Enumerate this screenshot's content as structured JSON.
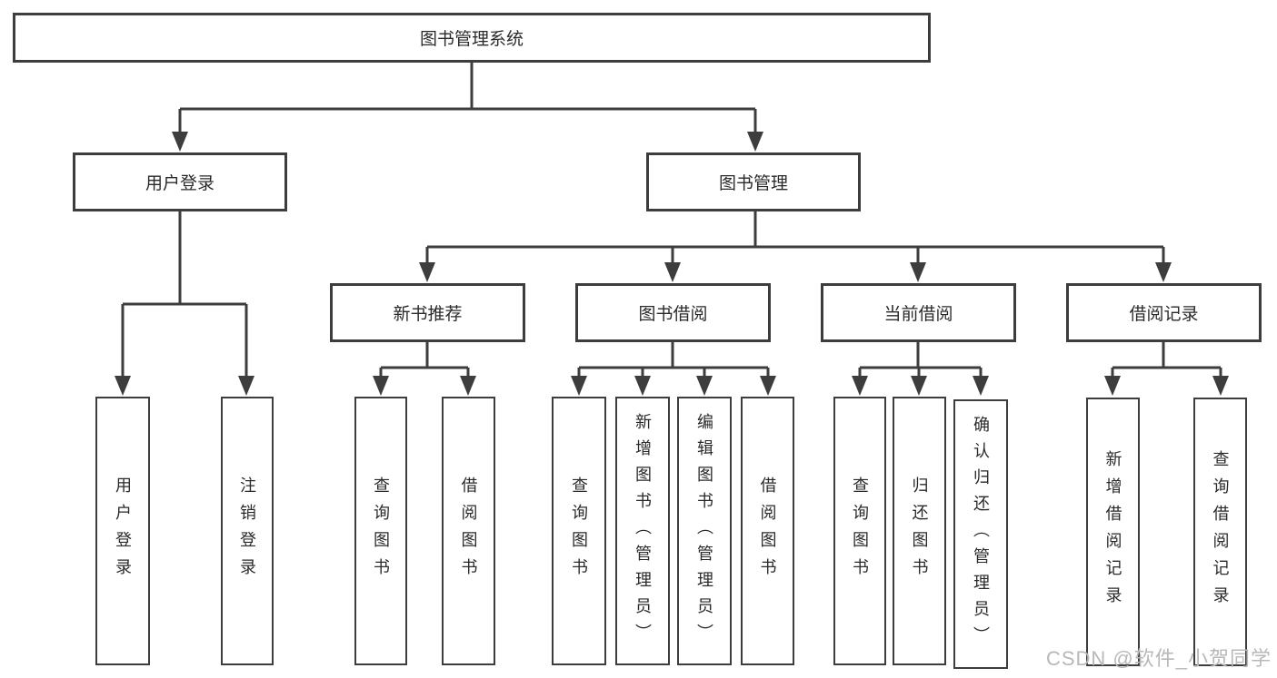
{
  "diagram": {
    "root": {
      "label": "图书管理系统"
    },
    "level2": {
      "user_login": {
        "label": "用户登录"
      },
      "book_management": {
        "label": "图书管理"
      }
    },
    "level3": {
      "new_book_recommend": {
        "label": "新书推荐"
      },
      "book_borrow": {
        "label": "图书借阅"
      },
      "current_borrow": {
        "label": "当前借阅"
      },
      "borrow_records": {
        "label": "借阅记录"
      }
    },
    "leaves": {
      "user_login_login": {
        "label": "用户登录"
      },
      "user_login_logout": {
        "label": "注销登录"
      },
      "recommend_query_books": {
        "label": "查询图书"
      },
      "recommend_borrow_books": {
        "label": "借阅图书"
      },
      "borrow_query_books": {
        "label": "查询图书"
      },
      "borrow_add_books_admin": {
        "label": "新增图书（管理员）"
      },
      "borrow_edit_books_admin": {
        "label": "编辑图书（管理员）"
      },
      "borrow_borrow_books": {
        "label": "借阅图书"
      },
      "current_query_books": {
        "label": "查询图书"
      },
      "current_return_books": {
        "label": "归还图书"
      },
      "current_confirm_return_admin": {
        "label": "确认归还（管理员）"
      },
      "records_add_record": {
        "label": "新增借阅记录"
      },
      "records_query_record": {
        "label": "查询借阅记录"
      }
    },
    "watermark": "CSDN @软件_小贺同学",
    "colors": {
      "line": "#3d3d3d",
      "box_border": "#3d3d3d",
      "text": "#2a2a2a",
      "watermark": "#b8b8b8",
      "background": "#ffffff"
    }
  }
}
